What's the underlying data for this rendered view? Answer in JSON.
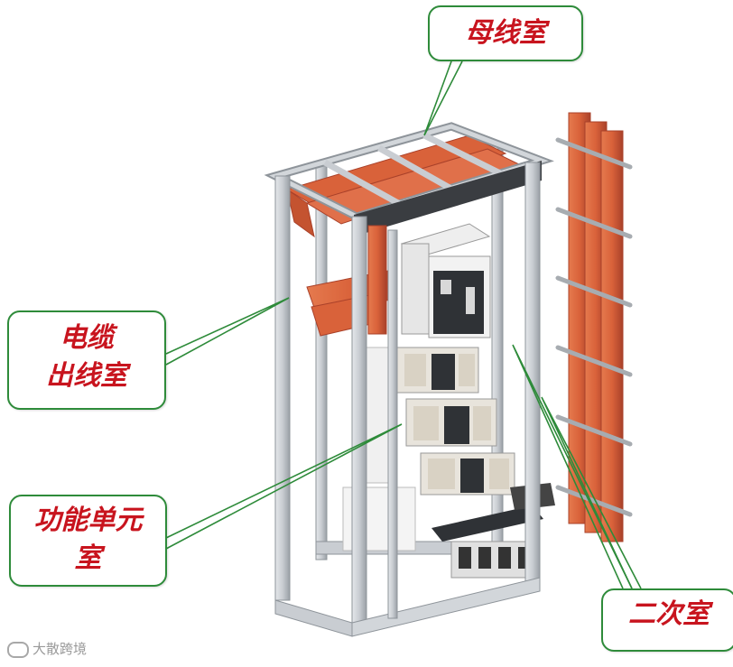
{
  "labels": {
    "busbar_room": "母线室",
    "cable_outlet_line1": "电缆",
    "cable_outlet_line2": "出线室",
    "functional_unit_line1": "功能单元",
    "functional_unit_line2": "室",
    "secondary_room": "二次室"
  },
  "watermark": "大散跨境",
  "colors": {
    "frame": "#c9cdd2",
    "frame_edge": "#8e949a",
    "copper": "#d9623a",
    "copper_dark": "#a9412a",
    "label_text": "#c8141e",
    "leader_line": "#2e8b3a",
    "dark_bar": "#3a3d41"
  }
}
